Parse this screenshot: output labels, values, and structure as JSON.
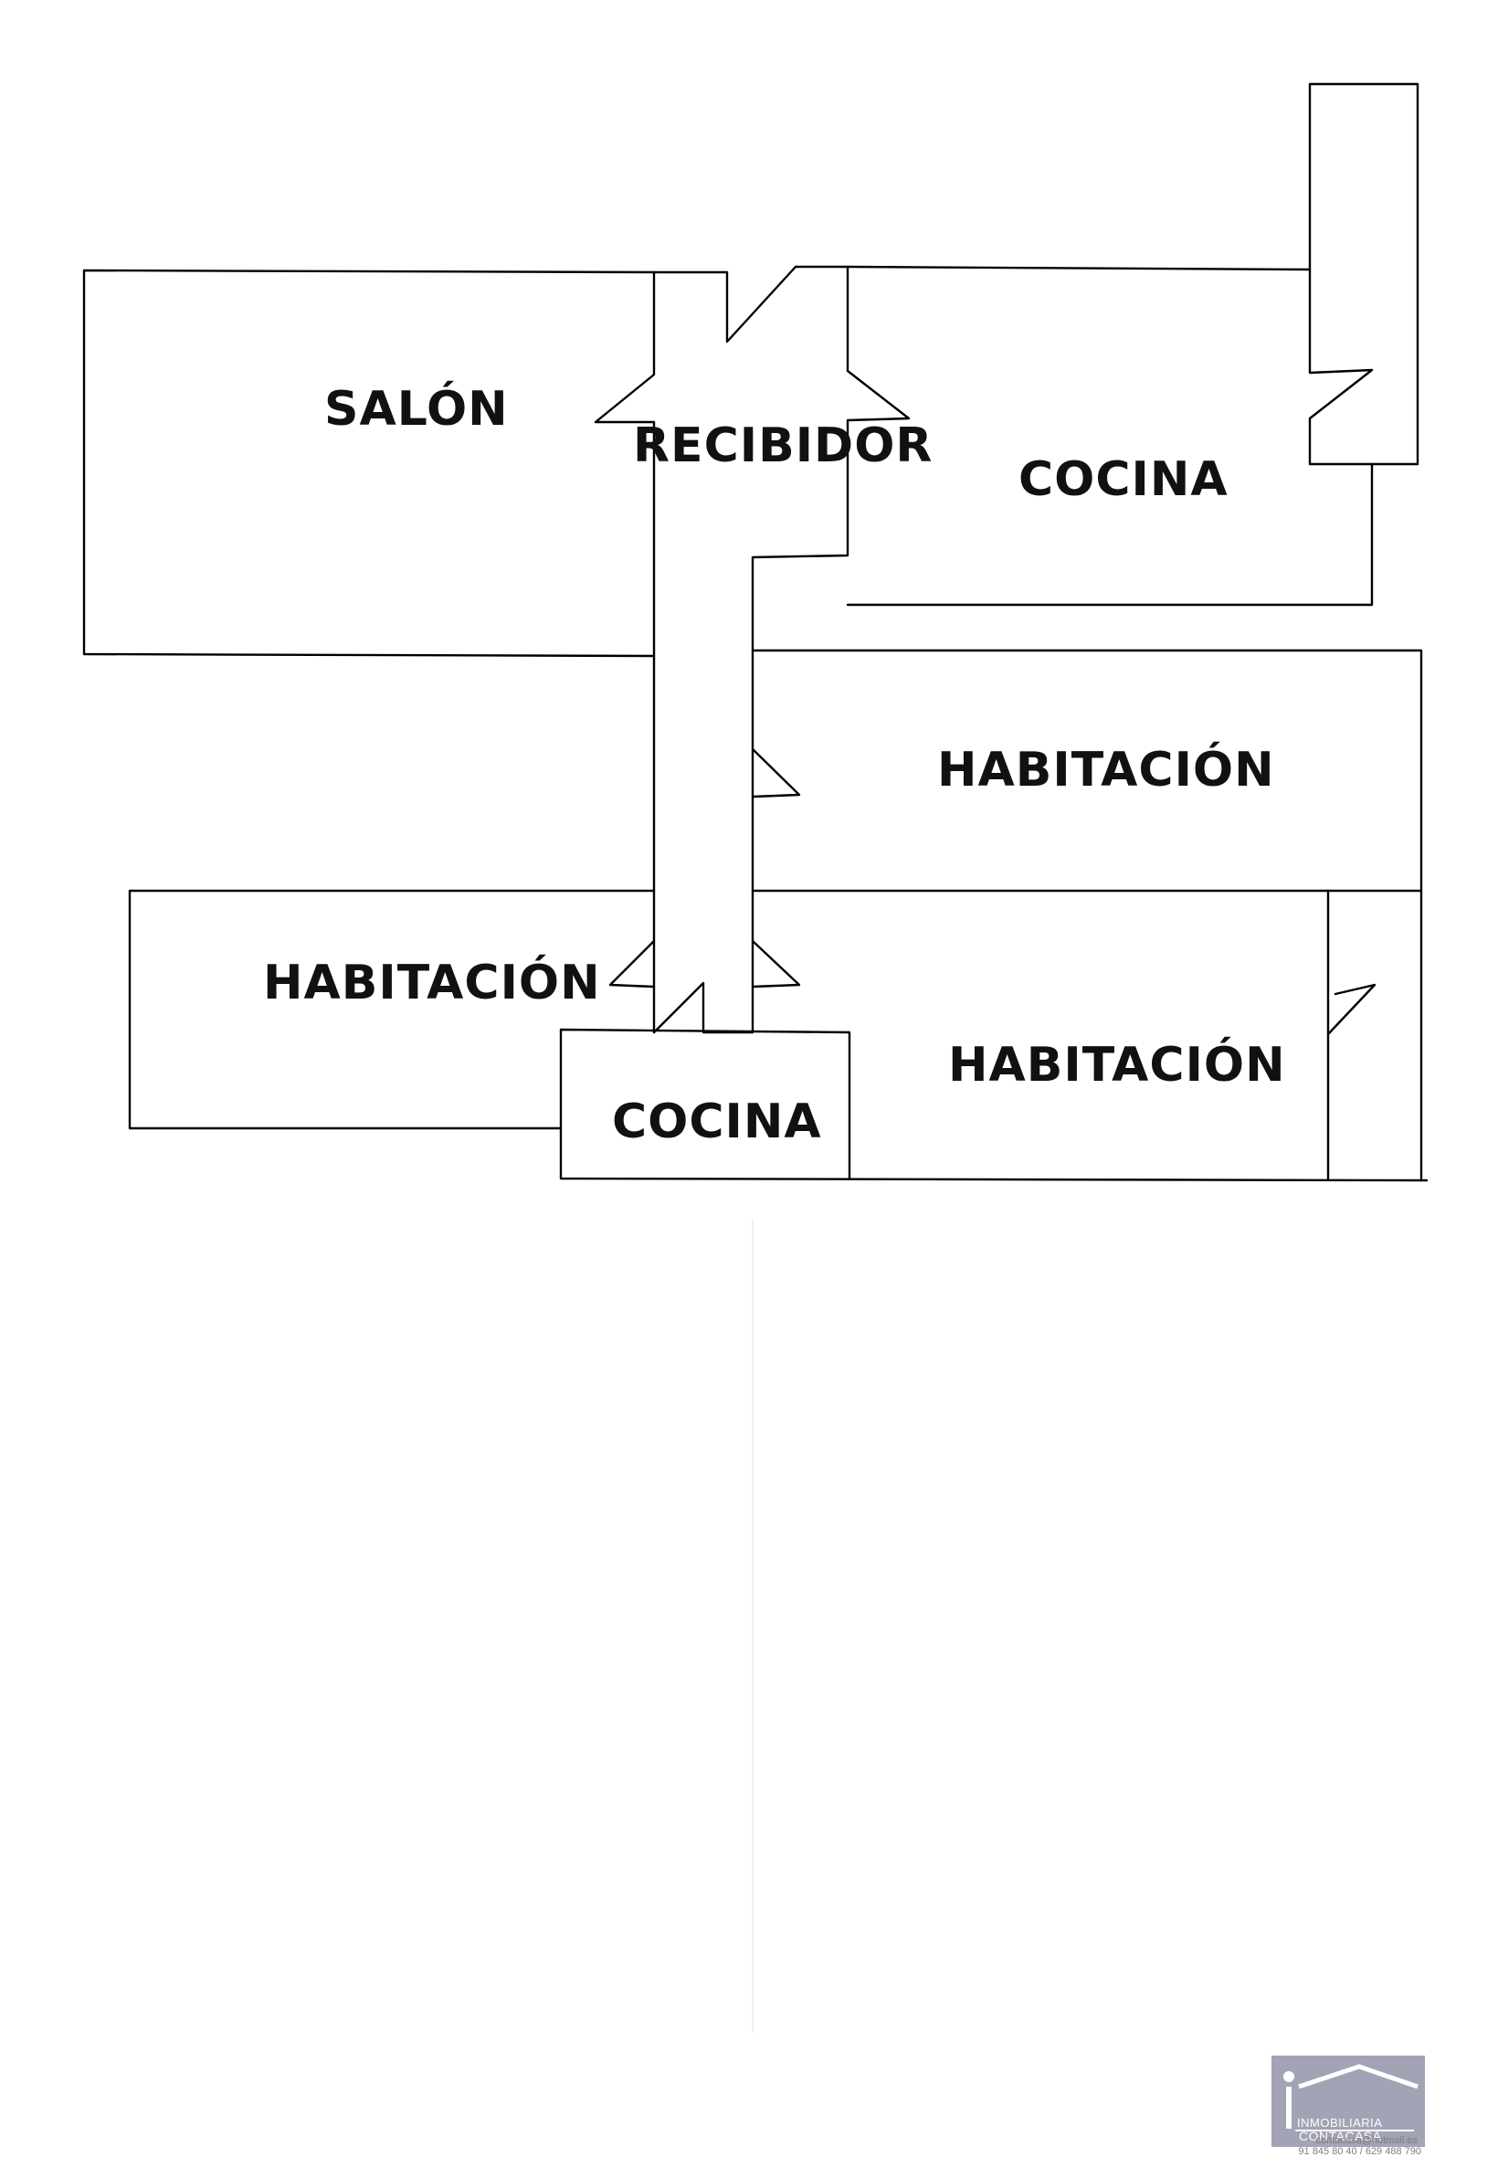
{
  "rooms": [
    {
      "id": "salon",
      "label": "SALÓN"
    },
    {
      "id": "recibidor",
      "label": "RECIBIDOR"
    },
    {
      "id": "cocina-top",
      "label": "COCINA"
    },
    {
      "id": "habitacion-right",
      "label": "HABITACIÓN"
    },
    {
      "id": "habitacion-left",
      "label": "HABITACIÓN"
    },
    {
      "id": "habitacion-bottom",
      "label": "HABITACIÓN"
    },
    {
      "id": "cocina-bottom",
      "label": "COCINA"
    }
  ],
  "logo": {
    "line1": "INMOBILIARIA",
    "line2": "CONTACASA",
    "email": "contacasa@hotmail.es",
    "phone": "91 845 80 40 / 629 488 790"
  }
}
